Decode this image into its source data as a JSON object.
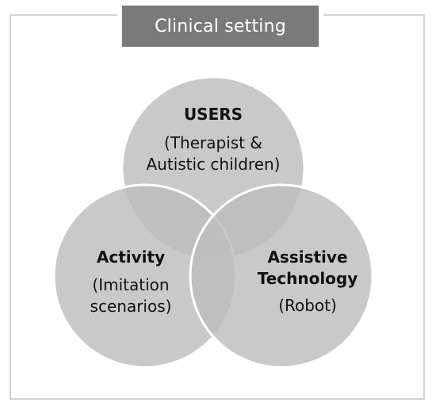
{
  "diagram": {
    "title": "Clinical setting",
    "circles": [
      {
        "id": "users",
        "heading": "USERS",
        "sub_lines": [
          "(Therapist &",
          "Autistic children)"
        ]
      },
      {
        "id": "activity",
        "heading": "Activity",
        "sub_lines": [
          "(Imitation",
          "scenarios)"
        ]
      },
      {
        "id": "technology",
        "heading_lines": [
          "Assistive",
          "Technology"
        ],
        "sub_lines": [
          "(Robot)"
        ]
      }
    ]
  },
  "colors": {
    "circle_fill": "#bdbdbd",
    "circle_stroke": "#ffffff",
    "title_bg": "#7a7a7a",
    "frame": "#d4d4d4"
  }
}
